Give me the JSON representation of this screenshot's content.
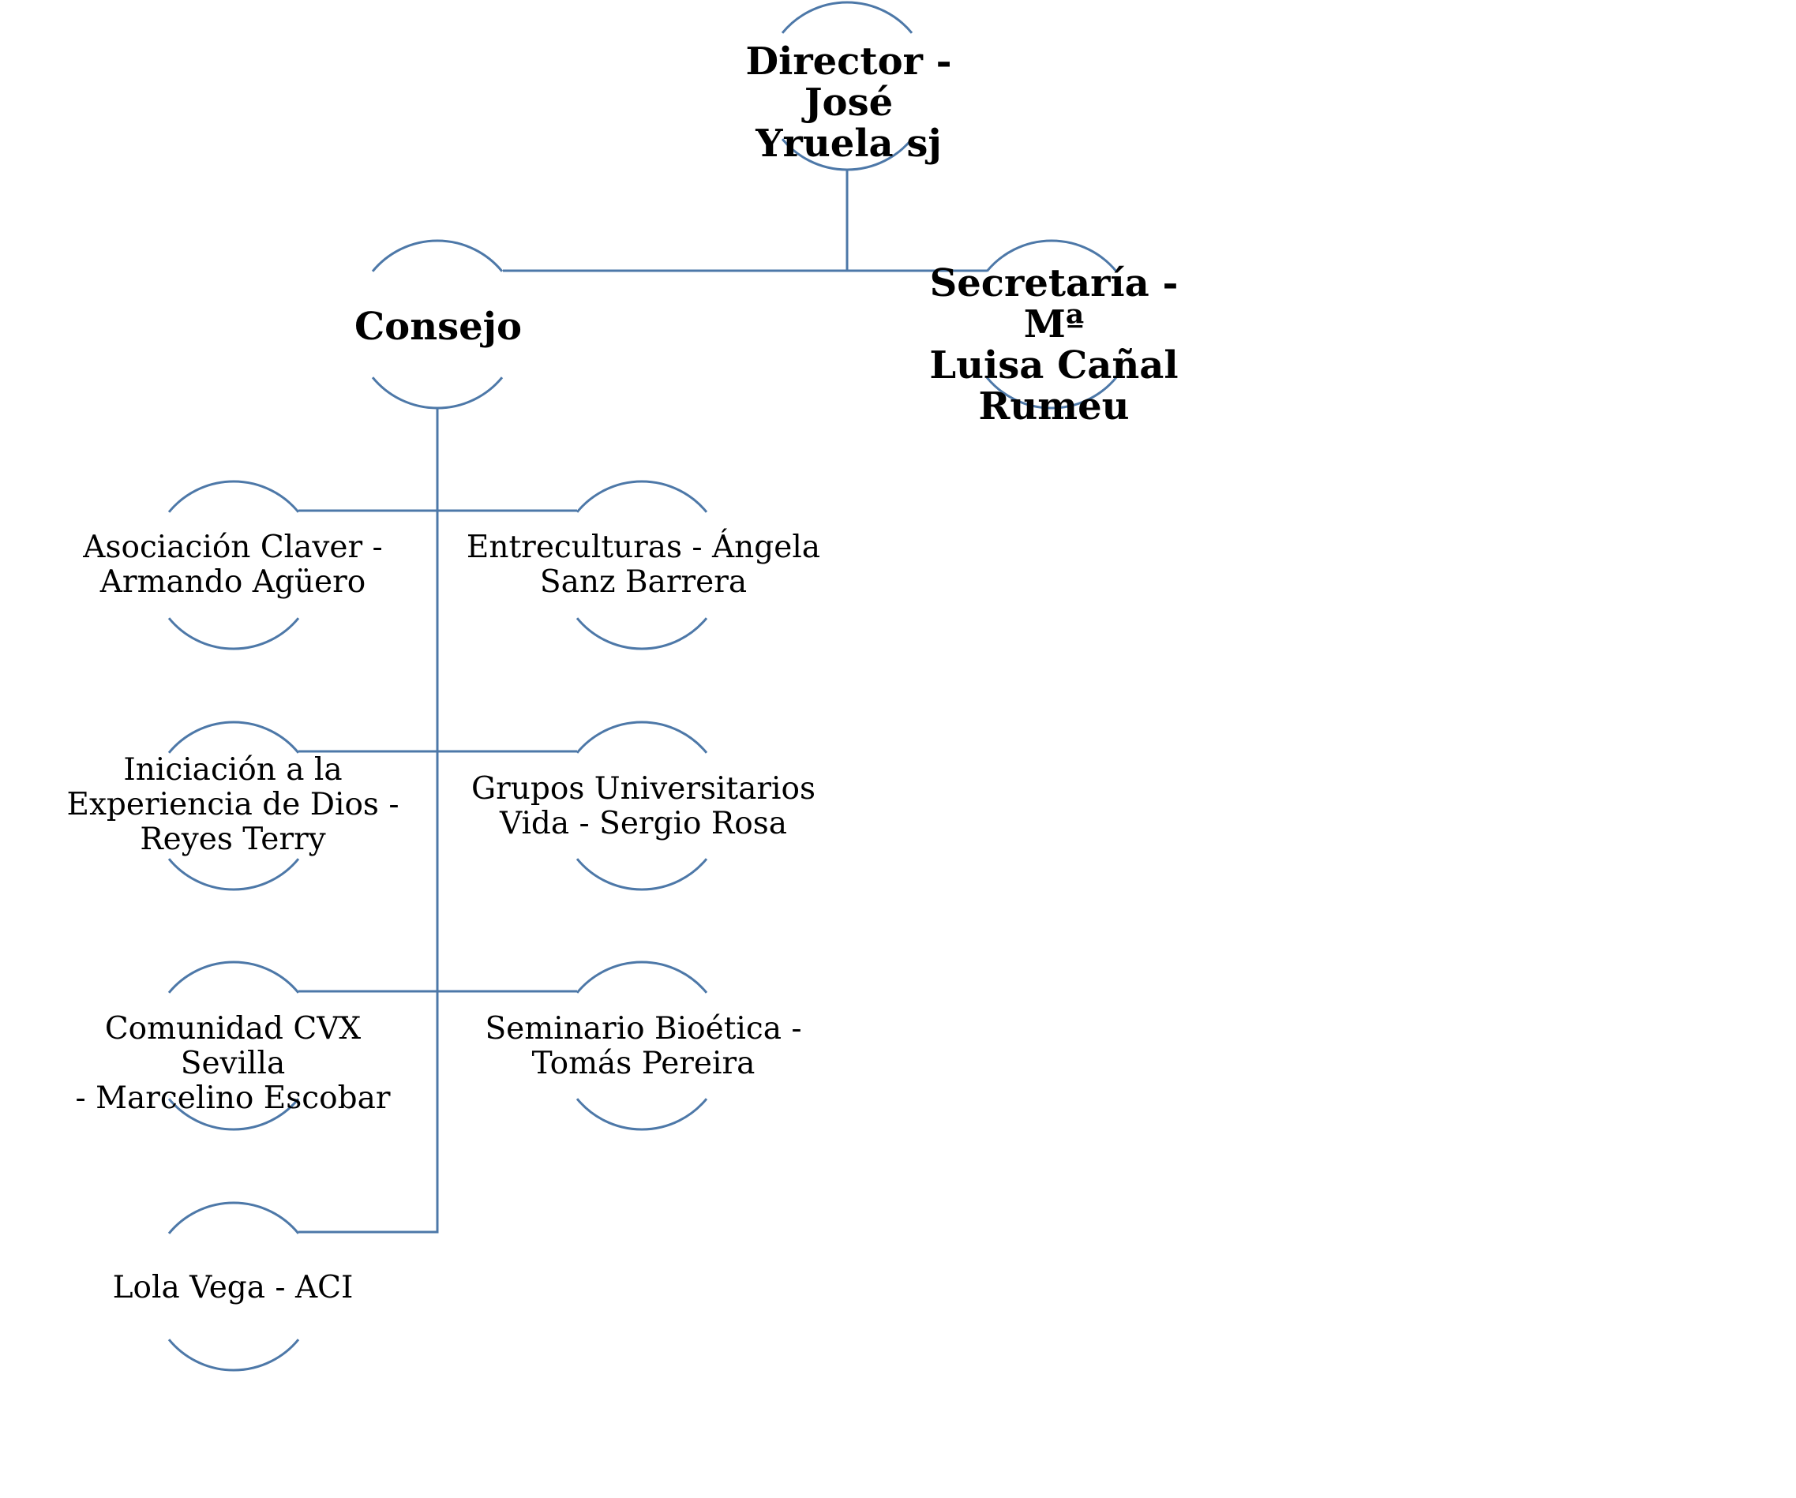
{
  "colors": {
    "connector": "#4d78a8",
    "text": "#000000",
    "background": "#ffffff"
  },
  "nodes": {
    "director": "Director - José\nYruela sj",
    "consejo": "Consejo",
    "secretaria": "Secretaría - Mª\nLuisa Cañal\nRumeu",
    "asociacion_claver": "Asociación Claver -\nArmando Agüero",
    "entreculturas": "Entreculturas - Ángela\nSanz Barrera",
    "iniciacion": "Iniciación a la\nExperiencia de Dios -\nReyes Terry",
    "grupos_universitarios": "Grupos Universitarios\nVida - Sergio Rosa",
    "comunidad_cvx": "Comunidad CVX Sevilla\n- Marcelino Escobar",
    "seminario_bioetica": "Seminario Bioética -\nTomás Pereira",
    "lola_vega": "Lola Vega - ACI"
  }
}
